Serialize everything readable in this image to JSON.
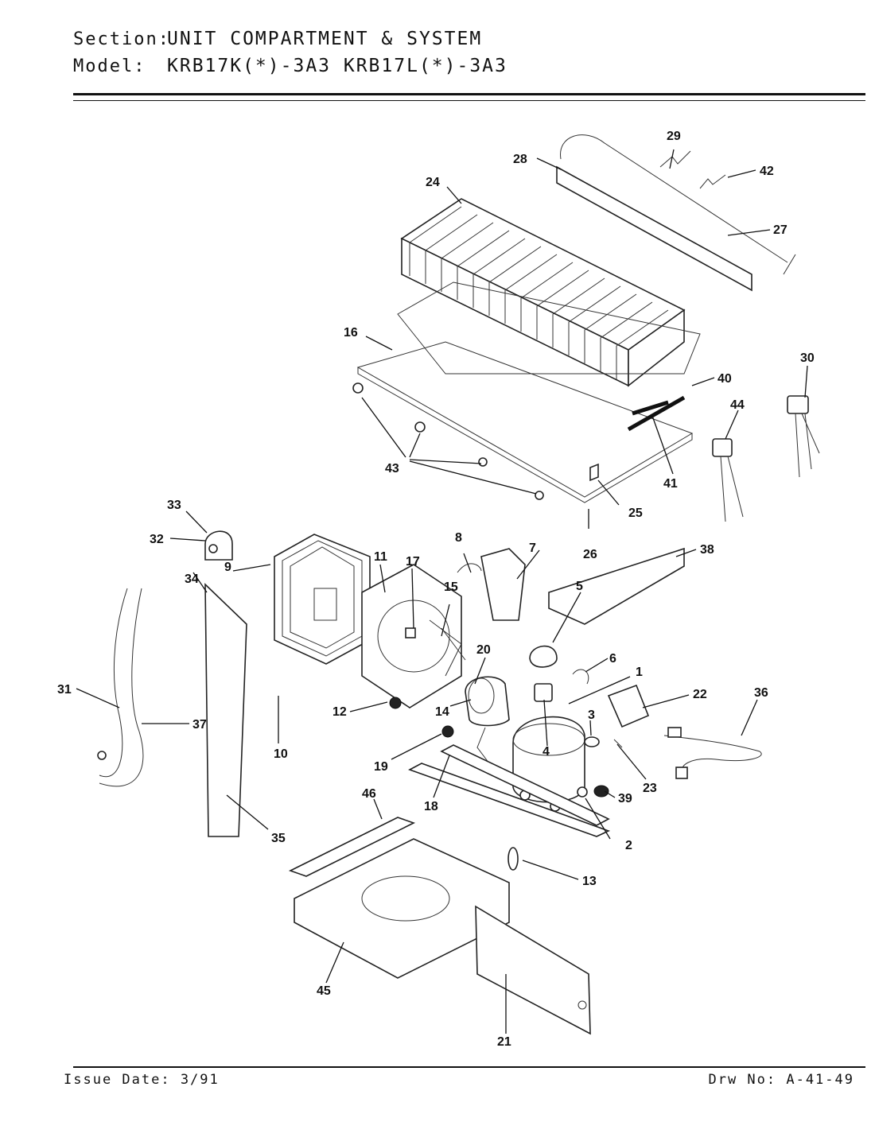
{
  "header": {
    "section_label": "Section:",
    "section_value": "UNIT COMPARTMENT & SYSTEM",
    "model_label": "Model:",
    "model_value": "KRB17K(*)-3A3  KRB17L(*)-3A3"
  },
  "footer": {
    "issue_date": "Issue Date: 3/91",
    "drawing_number": "Drw No: A-41-49"
  },
  "callouts": [
    "1",
    "2",
    "3",
    "4",
    "5",
    "6",
    "7",
    "8",
    "9",
    "10",
    "11",
    "12",
    "13",
    "14",
    "15",
    "16",
    "17",
    "19",
    "18",
    "20",
    "21",
    "22",
    "23",
    "24",
    "25",
    "26",
    "27",
    "28",
    "29",
    "30",
    "31",
    "32",
    "33",
    "34",
    "35",
    "36",
    "37",
    "38",
    "39",
    "40",
    "41",
    "42",
    "43",
    "44",
    "45",
    "46"
  ]
}
